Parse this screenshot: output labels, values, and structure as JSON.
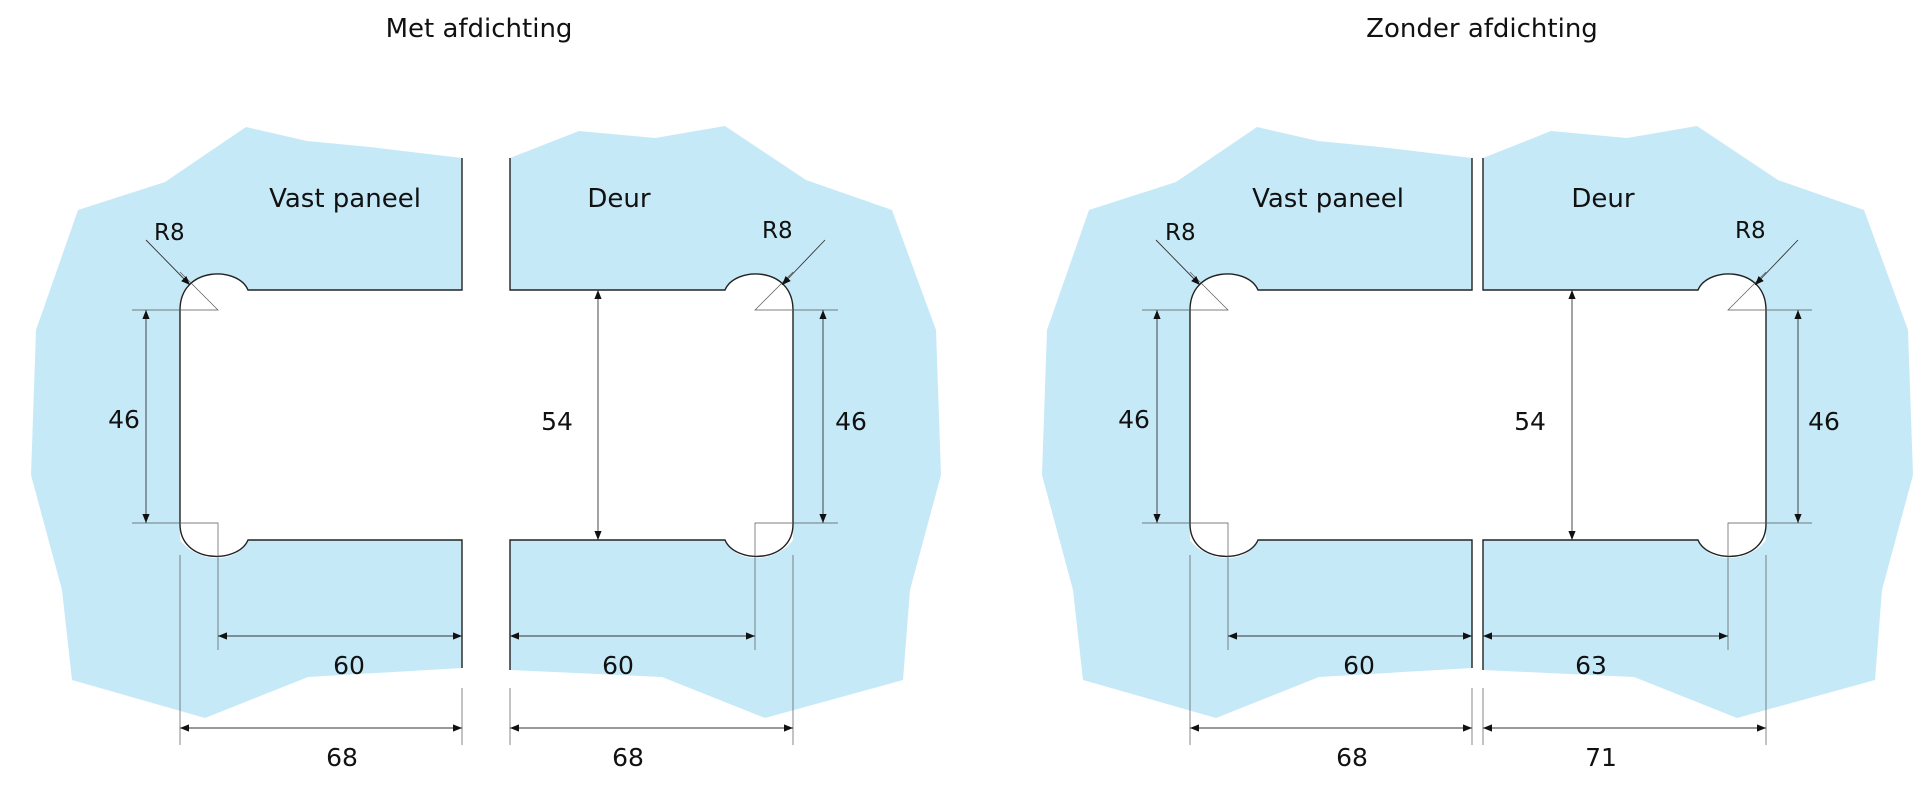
{
  "colors": {
    "glass": "#c6e9f8",
    "line": "#222222"
  },
  "diagrams": [
    {
      "title": "Met afdichting",
      "fixed_panel_label": "Vast paneel",
      "door_label": "Deur",
      "radius_left": "R8",
      "radius_right": "R8",
      "height_left": "46",
      "height_middle": "54",
      "height_right": "46",
      "inner_left": "60",
      "inner_right": "60",
      "outer_left": "68",
      "outer_right": "68"
    },
    {
      "title": "Zonder afdichting",
      "fixed_panel_label": "Vast paneel",
      "door_label": "Deur",
      "radius_left": "R8",
      "radius_right": "R8",
      "height_left": "46",
      "height_middle": "54",
      "height_right": "46",
      "inner_left": "60",
      "inner_right": "63",
      "outer_left": "68",
      "outer_right": "71"
    }
  ]
}
